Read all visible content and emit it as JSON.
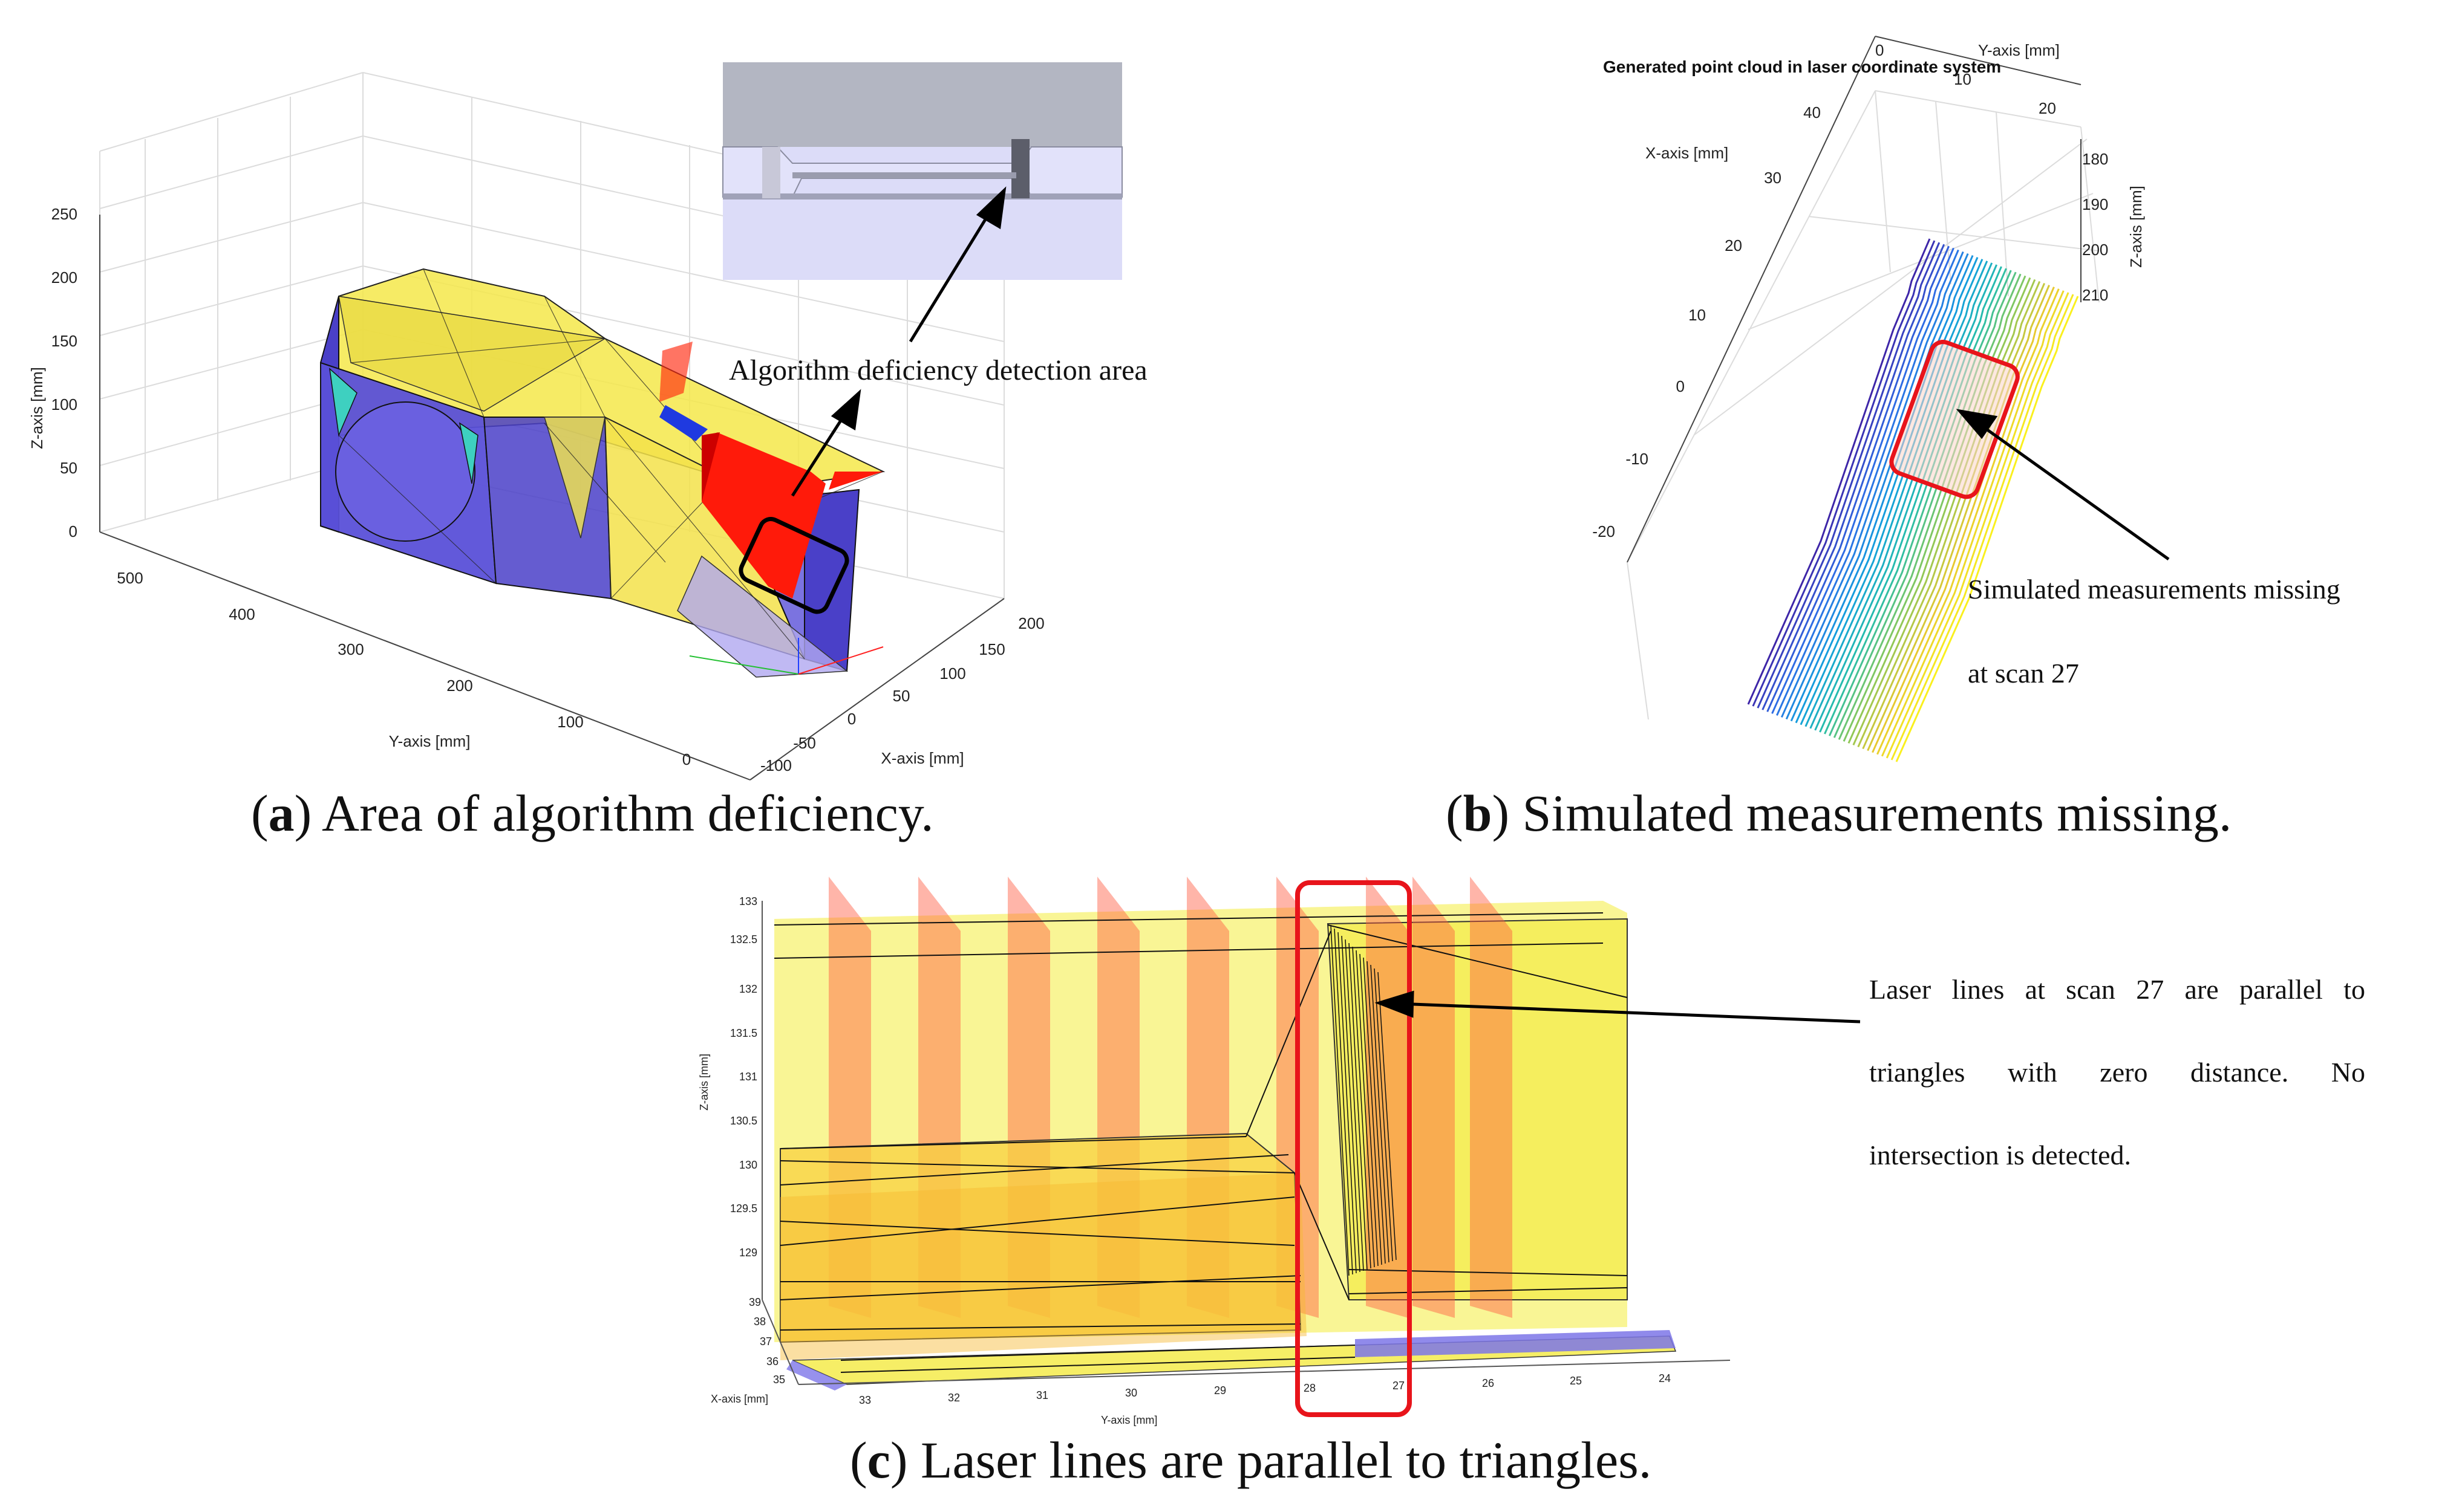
{
  "panel_a": {
    "z_axis_label": "Z-axis [mm]",
    "y_axis_label": "Y-axis [mm]",
    "x_axis_label": "X-axis [mm]",
    "z_ticks": [
      "250",
      "200",
      "150",
      "100",
      "50",
      "0"
    ],
    "y_ticks": [
      "500",
      "400",
      "300",
      "200",
      "100",
      "0"
    ],
    "x_ticks": [
      "200",
      "150",
      "100",
      "50",
      "0",
      "-50",
      "-100"
    ],
    "annotation": "Algorithm deficiency detection area",
    "caption_letter": "a",
    "caption_text": "Area of algorithm deficiency."
  },
  "panel_b": {
    "title": "Generated point cloud in laser coordinate system",
    "y_axis_label": "Y-axis [mm]",
    "x_axis_label": "X-axis [mm]",
    "z_axis_label": "Z-axis [mm]",
    "y_ticks": [
      "0",
      "10",
      "20"
    ],
    "x_ticks": [
      "40",
      "30",
      "20",
      "10",
      "0",
      "-10",
      "-20"
    ],
    "z_ticks": [
      "180",
      "190",
      "200",
      "210"
    ],
    "annotation_line1": "Simulated measurements missing",
    "annotation_line2": "at scan 27",
    "caption_letter": "b",
    "caption_text": "Simulated measurements missing."
  },
  "panel_c": {
    "z_axis_label": "Z-axis [mm]",
    "x_axis_label": "X-axis [mm]",
    "y_axis_label": "Y-axis [mm]",
    "z_ticks": [
      "133",
      "132.5",
      "132",
      "131.5",
      "131",
      "130.5",
      "130",
      "129.5",
      "129"
    ],
    "x_ticks": [
      "39",
      "38",
      "37",
      "36",
      "35"
    ],
    "y_ticks": [
      "33",
      "32",
      "31",
      "30",
      "29",
      "28",
      "27",
      "26",
      "25",
      "24"
    ],
    "annotation_line1": "Laser lines at scan 27 are parallel to",
    "annotation_line2": "triangles with zero distance. No",
    "annotation_line3": "intersection is detected.",
    "caption_letter": "c",
    "caption_text": "Laser lines are parallel to triangles."
  },
  "colors": {
    "highlight_red": "#e8141b",
    "mesh_yellow": "#f5e84a",
    "mesh_purple": "#5a50d8",
    "laser_red": "#ff2a10",
    "cyan": "#38c8d8"
  }
}
